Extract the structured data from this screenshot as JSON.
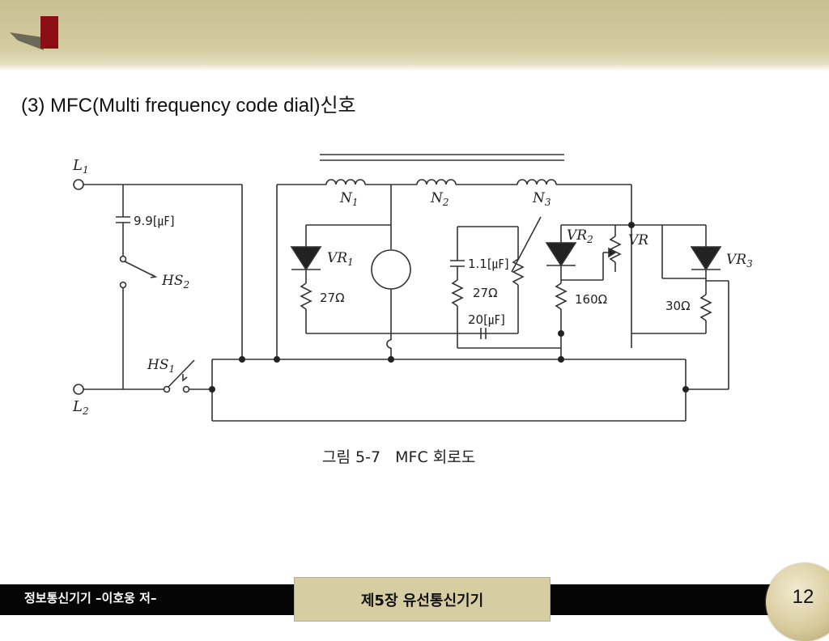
{
  "slide": {
    "title": "(3) MFC(Multi frequency code dial)신호"
  },
  "diagram": {
    "caption": "그림 5-7   MFC 회로도",
    "labels": {
      "l1": "L",
      "l1_sub": "1",
      "l2": "L",
      "l2_sub": "2",
      "hs1": "HS",
      "hs1_sub": "1",
      "hs2": "HS",
      "hs2_sub": "2",
      "n1": "N",
      "n1_sub": "1",
      "n2": "N",
      "n2_sub": "2",
      "n3": "N",
      "n3_sub": "3",
      "vr1": "VR",
      "vr1_sub": "1",
      "vr2": "VR",
      "vr2_sub": "2",
      "vr3": "VR",
      "vr3_sub": "3",
      "vr": "VR",
      "cap_99": "9.9[㎌]",
      "cap_11": "1.1[㎌]",
      "cap_20": "20[㎌]",
      "res_27a": "27Ω",
      "res_27b": "27Ω",
      "res_160": "160Ω",
      "res_30": "30Ω"
    }
  },
  "footer": {
    "left": "정보통신기기  –이호웅 저–",
    "chapter": "제5장 유선통신기기",
    "page": "12"
  },
  "colors": {
    "header": "#d4cca1",
    "logo_red": "#8b0f14",
    "footer_bar": "#050505",
    "chapter_box": "#d6cda3"
  }
}
